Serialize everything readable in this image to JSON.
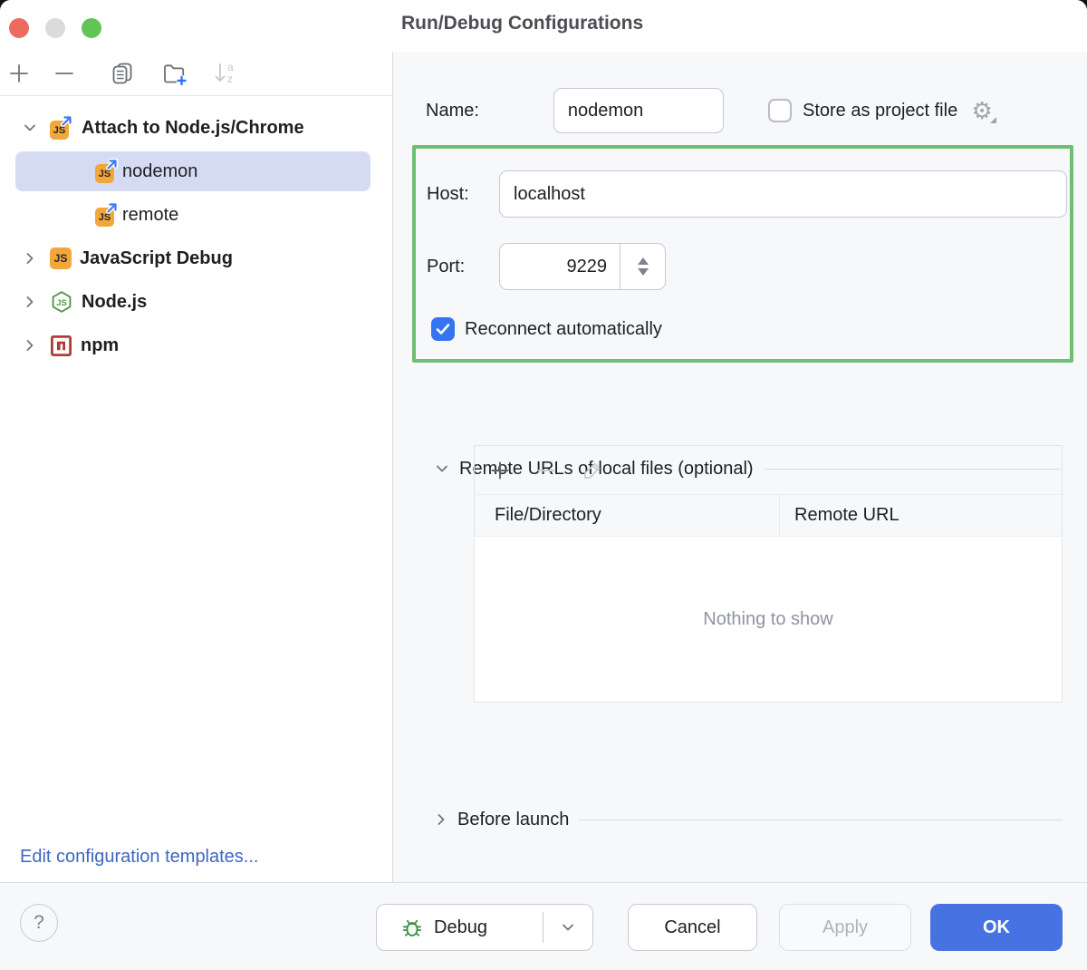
{
  "window": {
    "title": "Run/Debug Configurations"
  },
  "sidebar": {
    "toolbar": {
      "add": "+",
      "remove": "−",
      "copy": "duplicate",
      "new_folder": "new-folder",
      "sort": "sort-alphabetically"
    },
    "tree": [
      {
        "label": "Attach to Node.js/Chrome",
        "type": "group",
        "icon": "js-attach",
        "expanded": true,
        "selected": false
      },
      {
        "label": "nodemon",
        "type": "child",
        "icon": "js-attach",
        "selected": true
      },
      {
        "label": "remote",
        "type": "child",
        "icon": "js-attach",
        "selected": false
      },
      {
        "label": "JavaScript Debug",
        "type": "group",
        "icon": "javascript",
        "expanded": false,
        "selected": false
      },
      {
        "label": "Node.js",
        "type": "group",
        "icon": "nodejs",
        "expanded": false,
        "selected": false
      },
      {
        "label": "npm",
        "type": "group",
        "icon": "npm",
        "expanded": false,
        "selected": false
      }
    ],
    "edit_templates_link": "Edit configuration templates..."
  },
  "form": {
    "name_label": "Name:",
    "name_value": "nodemon",
    "store_checkbox_label": "Store as project file",
    "store_checked": false,
    "host_label": "Host:",
    "host_value": "localhost",
    "port_label": "Port:",
    "port_value": "9229",
    "reconnect_label": "Reconnect automatically",
    "reconnect_checked": true
  },
  "remote_urls": {
    "section_title": "Remote URLs of local files (optional)",
    "expanded": true,
    "toolbar": {
      "add": "+",
      "remove": "−",
      "edit": "pencil"
    },
    "columns": [
      "File/Directory",
      "Remote URL"
    ],
    "empty_text": "Nothing to show"
  },
  "before_launch": {
    "section_title": "Before launch",
    "expanded": false
  },
  "footer": {
    "help_label": "?",
    "debug_label": "Debug",
    "cancel_label": "Cancel",
    "apply_label": "Apply",
    "ok_label": "OK"
  },
  "colors": {
    "accent_blue": "#3574F0",
    "ok_button_blue": "#4672E2",
    "highlight_green_frame": "#6FBE74",
    "link_blue": "#3E66C4",
    "tree_selection": "#D6DBF4",
    "js_icon_orange": "#F2A63B",
    "nodejs_green": "#4F9A44",
    "npm_red": "#AF3B39",
    "panel_background": "#F7F8FA"
  }
}
